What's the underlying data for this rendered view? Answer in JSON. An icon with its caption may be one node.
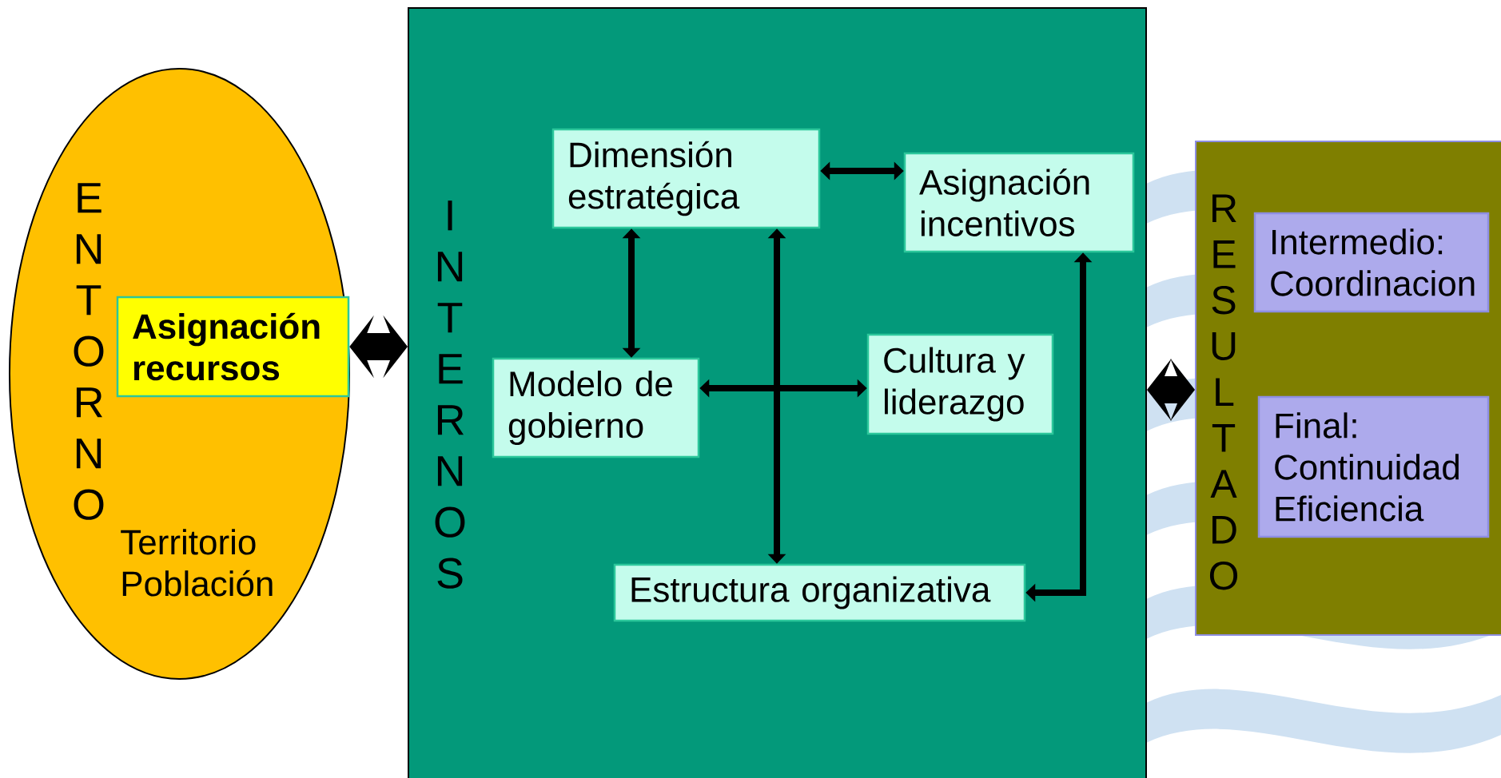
{
  "diagram": {
    "nodes": [
      {
        "text": [
          "E N T O R N O",
          "Territorio Población"
        ]
      },
      {
        "text": [
          "Asignación recursos"
        ],
        "in": 0
      },
      {
        "text": [
          "I N T E R N O S"
        ]
      },
      {
        "text": [
          "Dimensión estratégica"
        ],
        "in": 2
      },
      {
        "text": [
          "Asignación incentivos"
        ],
        "in": 2
      },
      {
        "text": [
          "Modelo de gobierno"
        ],
        "in": 2
      },
      {
        "text": [
          "Cultura y liderazgo"
        ],
        "in": 2
      },
      {
        "text": [
          "Estructura organizativa"
        ],
        "in": 2
      },
      {
        "text": [
          "R E S U L T A D O"
        ]
      },
      {
        "text": [
          "Intermedio: Coordinacion"
        ],
        "in": 8
      },
      {
        "text": [
          "Final: Continuidad Eficiencia"
        ],
        "in": 8
      }
    ],
    "edges": [
      {
        "from": 1,
        "to": 2,
        "arrow": "both",
        "style": "thick"
      },
      {
        "from": 2,
        "to": 8,
        "arrow": "both",
        "style": "thick"
      },
      {
        "from": 3,
        "to": 4,
        "arrow": "both"
      },
      {
        "from": 3,
        "to": 5,
        "arrow": "both"
      },
      {
        "from": 3,
        "to": 7,
        "arrow": "both"
      },
      {
        "from": 5,
        "to": 6,
        "arrow": "both"
      },
      {
        "from": 4,
        "to": 7,
        "arrow": "both"
      }
    ]
  }
}
